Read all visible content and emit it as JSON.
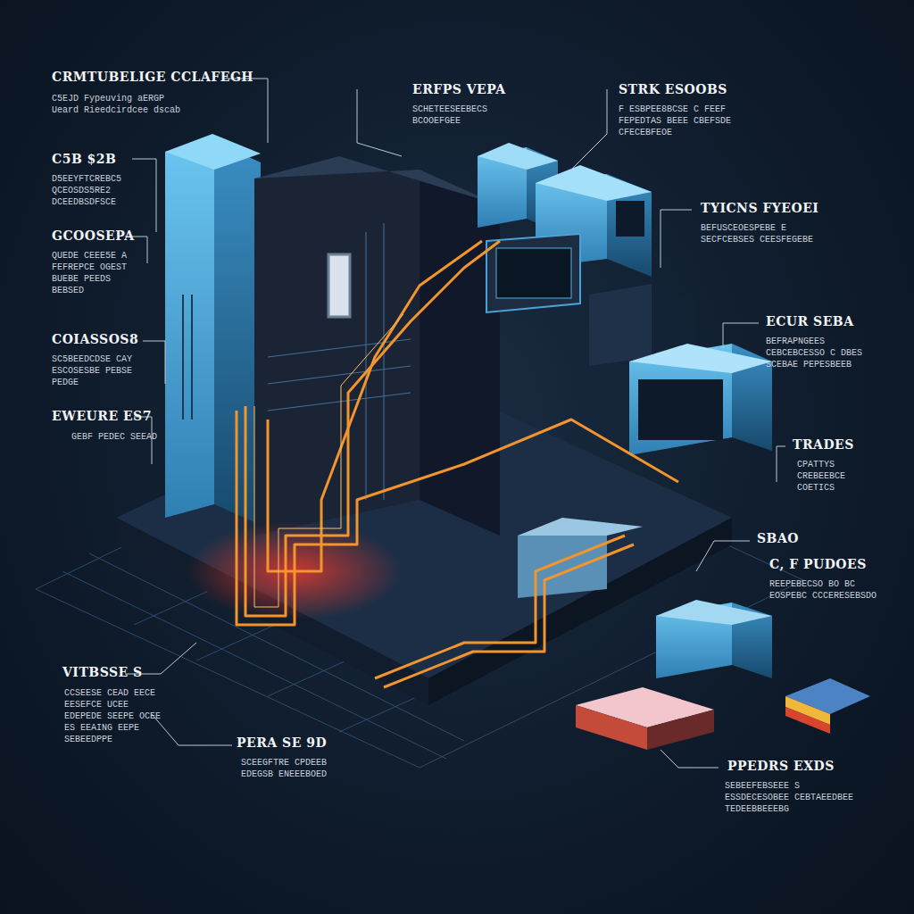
{
  "diagram": {
    "labels": [
      "CRMTUBELIGE CCLAFEGH",
      "C5EJD Fypeuving aERGP Ueard Rieedcirdcee dscab",
      "C5B $2B",
      "D5EEYFTCREBC5 QCEOSDS5RE2 DCEEDBSDFSCE",
      "GCOOSEPA",
      "QUEDE CEEE5E A FEFREPCE OGEST BUEBE PEEDS BEBSED",
      "COIASSOS8",
      "SC5BEEDCDSE CAY ESCOSESBE PEBSE PEDGE",
      "EWEURE ES7",
      "GEBF PEDEC SEEAD",
      "ERFPS VEPA",
      "SCHETEESEEBECS BCOOEFGEE",
      "STRK ESOOBS",
      "F ESBPEE8BCSE C FEEF FEPEDTAS BEEE CBEFSDE CFECEBFEOE",
      "TYICNS FYEOEI",
      "BEFUSCEOESPEBE E SECFCEBSES CEESFEGEBE",
      "ECUR SEBA",
      "BEFRAPNGEES CEBCEBCESSO C DBES SCEBAE PEPESBEEB",
      "TRADES",
      "CPATTYS CREBEEBCE COETICS",
      "SBAO",
      "C, F PUDOES",
      "REEPEBECSO BO BC EOSPEBC CCCERESEBSDO",
      "VITBSSE S",
      "CCSEESE CEAD EECE EESEFCE UCEE EDEPEDE SEEPE OCEE ES EEAING EEPE SEBEEDPPE",
      "PERA SE 9D",
      "SCEEGFTRE CPDEEB EDEGSB ENEEEBOED",
      "PPEDRS EXDS",
      "SEBEEFEBSEEE S ESSDECESOBEE CEBTAEEDBEE TEDEEBBEEEBG"
    ]
  }
}
